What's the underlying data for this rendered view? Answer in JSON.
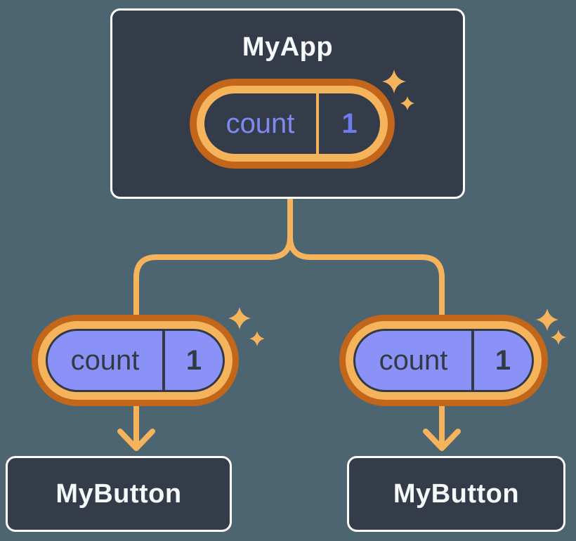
{
  "diagram": {
    "root": {
      "title": "MyApp",
      "state": {
        "label": "count",
        "value": "1"
      }
    },
    "children": [
      {
        "title": "MyButton",
        "state": {
          "label": "count",
          "value": "1"
        }
      },
      {
        "title": "MyButton",
        "state": {
          "label": "count",
          "value": "1"
        }
      }
    ],
    "colors": {
      "background": "#4C6571",
      "node_fill": "#343B49",
      "node_border": "#FFFFFF",
      "node_text": "#F7F8FA",
      "pill_purple_fill": "#8A92F8",
      "pill_dark_text": "#333A46",
      "root_state_label": "#7E8AEF",
      "root_state_value": "#6D7BEE",
      "ring_light_orange": "#F5B45C",
      "ring_dark_orange": "#C1661A",
      "connector_orange": "#F5B45C"
    }
  }
}
